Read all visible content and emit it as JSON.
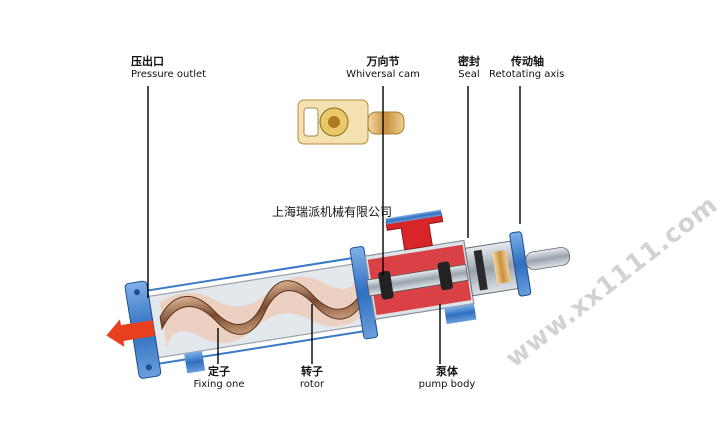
{
  "labels": {
    "pressure_outlet": {
      "zh": "压出口",
      "en": "Pressure outlet"
    },
    "universal_cam": {
      "zh": "万向节",
      "en": "Whiversal cam"
    },
    "seal": {
      "zh": "密封",
      "en": "Seal"
    },
    "drive_shaft": {
      "zh": "传动轴",
      "en": "Retotating axis"
    },
    "stator": {
      "zh": "定子",
      "en": "Fixing one"
    },
    "rotor": {
      "zh": "转子",
      "en": "rotor"
    },
    "pump_body": {
      "zh": "泵体",
      "en": "pump body"
    }
  },
  "company": "上海瑞派机械有限公司",
  "watermark": "www.xx1111.com",
  "colors": {
    "casing_blue": "#3a78c8",
    "rotor_brown": "#8a5a3a",
    "flow_red": "#d8252a",
    "steel": "#b8bec6"
  }
}
